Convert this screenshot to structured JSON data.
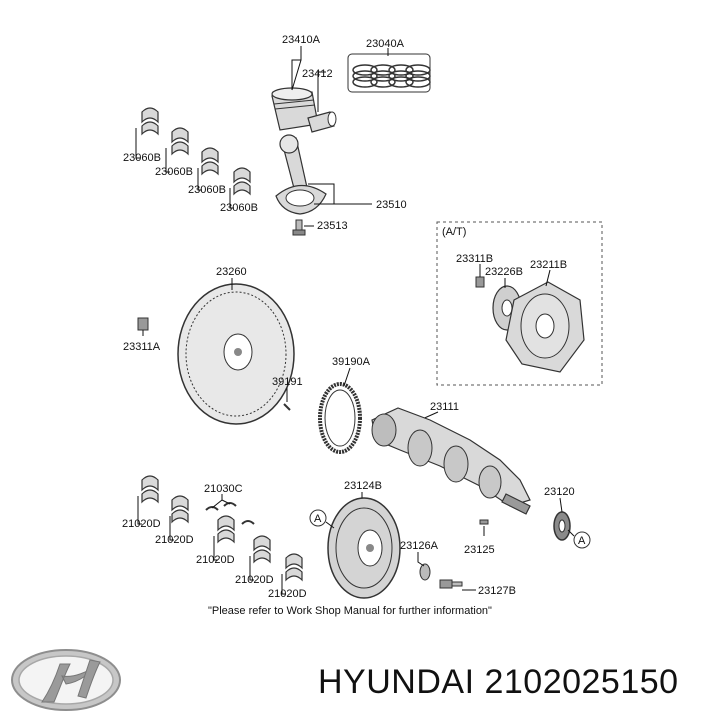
{
  "parts": {
    "piston_assembly": "23410A",
    "piston_ring_set": "23040A",
    "piston_pin": "23412",
    "conrod_bearing_1": "23060B",
    "conrod_bearing_2": "23060B",
    "conrod_bearing_3": "23060B",
    "conrod_bearing_4": "23060B",
    "connecting_rod": "23510",
    "conrod_bolt": "23513",
    "at_section": "(A/T)",
    "at_bolt": "23311B",
    "at_plate": "23226B",
    "drive_plate": "23211B",
    "flywheel": "23260",
    "flywheel_bolt": "23311A",
    "reluctor_ring": "39190A",
    "ring_screw": "39191",
    "crankshaft": "23111",
    "main_bearing_set": "21030C",
    "main_bearing_1": "21020D",
    "main_bearing_2": "21020D",
    "main_bearing_3": "21020D",
    "main_bearing_4": "21020D",
    "main_bearing_5": "21020D",
    "damper_pulley": "23124B",
    "damper_washer": "23126A",
    "key": "23125",
    "pulley_bolt": "23127B",
    "sprocket": "23120",
    "ref_a_left": "A",
    "ref_a_right": "A"
  },
  "note": "\"Please refer to Work Shop Manual for further information\"",
  "brand_text": "HYUNDAI 2102025150",
  "logo_icon": "hyundai-logo-icon"
}
